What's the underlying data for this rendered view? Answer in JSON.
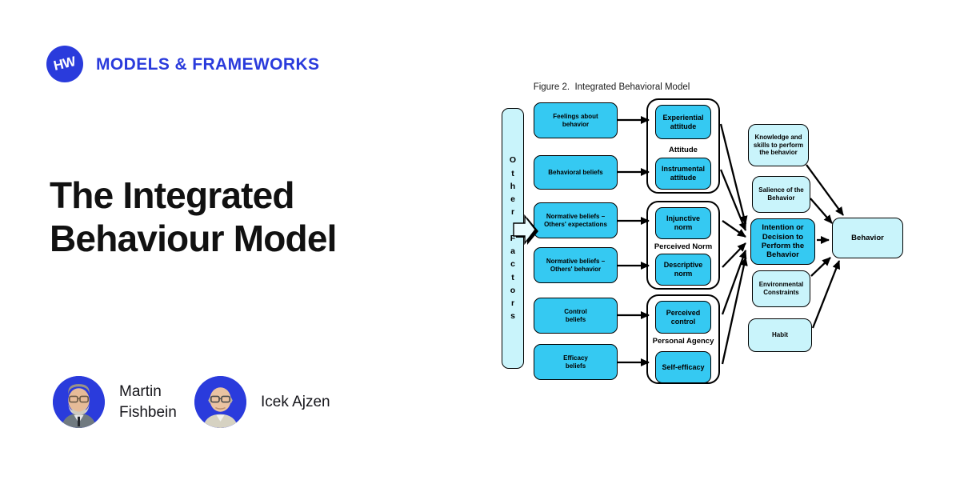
{
  "colors": {
    "accent": "#2a3bdc",
    "ink": "#111111",
    "cyan": "#35c9f2",
    "cyan_light": "#c9f4fb",
    "diagram_line": "#000000"
  },
  "brand": {
    "logo_text": "HW",
    "wordmark": "MODELS & FRAMEWORKS"
  },
  "hero": {
    "title": "The Integrated Behaviour Model"
  },
  "authors": [
    {
      "name": "Martin Fishbein"
    },
    {
      "name": "Icek Ajzen"
    }
  ],
  "figure": {
    "caption": "Figure 2.  Integrated Behavioral Model",
    "side_label": "Other Factors",
    "beliefs": [
      "Feelings about behavior",
      "Behavioral beliefs",
      "Normative beliefs – Others' expectations",
      "Normative beliefs – Others' behavior",
      "Control beliefs",
      "Efficacy beliefs"
    ],
    "groups": [
      {
        "label": "Attitude",
        "top_box": "Experiential attitude",
        "bottom_box": "Instrumental attitude"
      },
      {
        "label": "Perceived Norm",
        "top_box": "Injunctive norm",
        "bottom_box": "Descriptive norm"
      },
      {
        "label": "Personal Agency",
        "top_box": "Perceived control",
        "bottom_box": "Self-efficacy"
      }
    ],
    "moderators": {
      "knowledge": "Knowledge and skills to perform the behavior",
      "salience": "Salience of the Behavior",
      "environment": "Environmental Constraints",
      "habit": "Habit"
    },
    "intention": "Intention or Decision to Perform the Behavior",
    "behavior": "Behavior"
  }
}
